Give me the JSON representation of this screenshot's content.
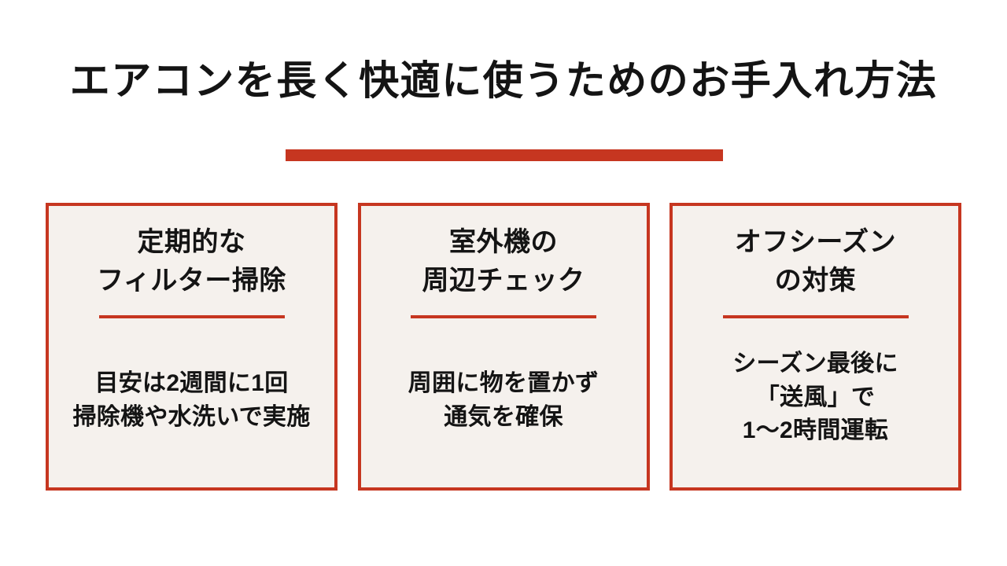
{
  "slide": {
    "title": "エアコンを長く快適に使うためのお手入れ方法",
    "background_color": "#FFFFFF",
    "accent_color": "#C63620",
    "card_fill_color": "#F5F1ED",
    "text_color": "#141414"
  },
  "cards": [
    {
      "heading": "定期的な\nフィルター掃除",
      "body": "目安は2週間に1回\n掃除機や水洗いで実施"
    },
    {
      "heading": "室外機の\n周辺チェック",
      "body": "周囲に物を置かず\n通気を確保"
    },
    {
      "heading": "オフシーズン\nの対策",
      "body": "シーズン最後に\n「送風」で\n1〜2時間運転"
    }
  ]
}
